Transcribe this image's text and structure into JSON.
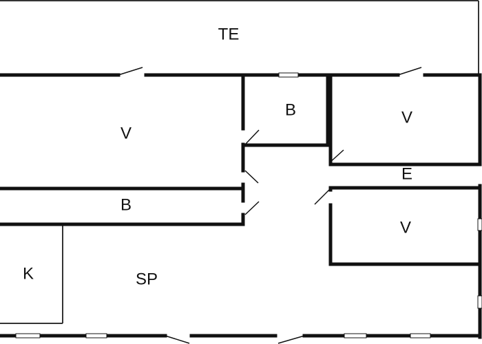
{
  "rooms": [
    {
      "id": "terrace",
      "label": "TE"
    },
    {
      "id": "bedroom-large",
      "label": "V"
    },
    {
      "id": "bathroom-top",
      "label": "B"
    },
    {
      "id": "bedroom-top-right",
      "label": "V"
    },
    {
      "id": "entrance",
      "label": "E"
    },
    {
      "id": "bathroom-middle",
      "label": "B"
    },
    {
      "id": "bedroom-bottom-right",
      "label": "V"
    },
    {
      "id": "kitchen",
      "label": "K"
    },
    {
      "id": "living-dining",
      "label": "SP"
    }
  ],
  "colors": {
    "wall": "#111111",
    "background": "#ffffff",
    "thin_line": "#333333"
  }
}
